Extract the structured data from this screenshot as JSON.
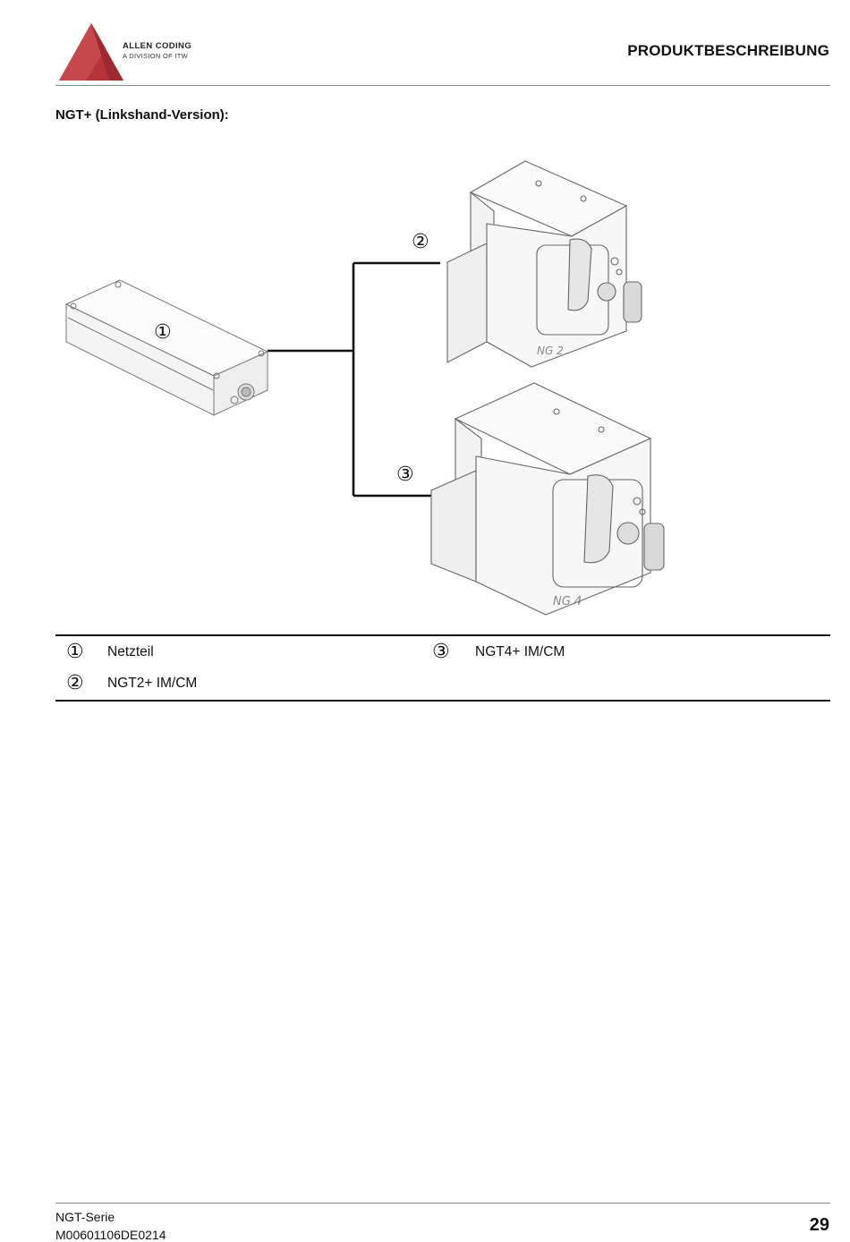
{
  "header": {
    "brand_name": "ALLEN CODING",
    "brand_sub": "A DIVISION OF ITW",
    "title": "PRODUKTBESCHREIBUNG",
    "brand_color": "#b5343a"
  },
  "section": {
    "heading": "NGT+ (Linkshand-Version):"
  },
  "figure": {
    "callouts": [
      {
        "num": "①",
        "ref": "1"
      },
      {
        "num": "②",
        "ref": "2"
      },
      {
        "num": "③",
        "ref": "3"
      }
    ],
    "unit_labels": {
      "small": "NG 2",
      "large": "NG 4"
    }
  },
  "legend": {
    "items": [
      {
        "num": "①",
        "label": "Netzteil"
      },
      {
        "num": "②",
        "label": "NGT2+ IM/CM"
      },
      {
        "num": "③",
        "label": "NGT4+ IM/CM"
      }
    ]
  },
  "footer": {
    "series": "NGT-Serie",
    "doc_number": "M00601106DE0214",
    "page": "29"
  }
}
